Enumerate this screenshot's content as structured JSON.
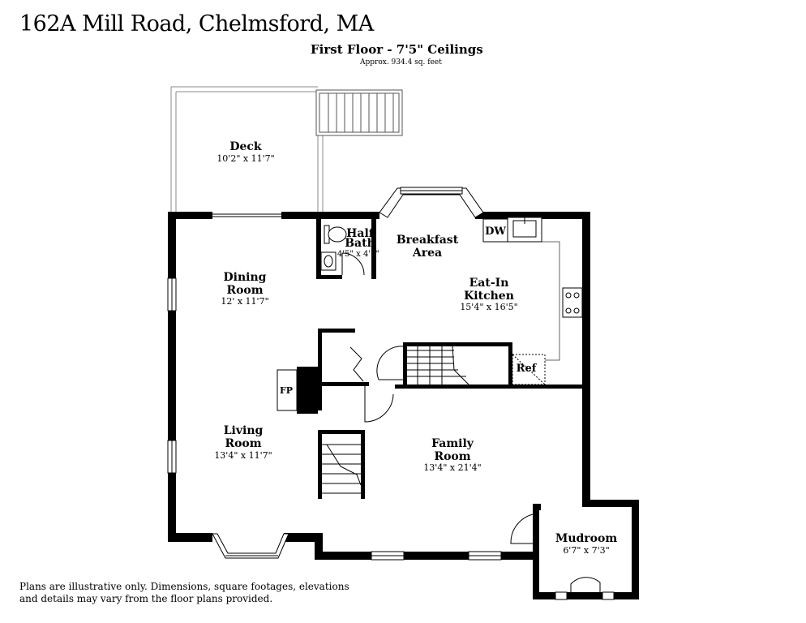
{
  "header": {
    "address": "162A Mill Road, Chelmsford, MA",
    "floor_title": "First Floor - 7'5\" Ceilings",
    "floor_area": "Approx. 934.4 sq. feet"
  },
  "rooms": {
    "deck": {
      "name": "Deck",
      "dims": "10'2\" x 11'7\""
    },
    "half_bath": {
      "name_line1": "Half",
      "name_line2": "Bath",
      "dims": "4'5\" x 4'7\""
    },
    "breakfast": {
      "name_line1": "Breakfast",
      "name_line2": "Area"
    },
    "dining": {
      "name_line1": "Dining",
      "name_line2": "Room",
      "dims": "12' x 11'7\""
    },
    "kitchen": {
      "name_line1": "Eat-In",
      "name_line2": "Kitchen",
      "dims": "15'4\" x 16'5\""
    },
    "living": {
      "name_line1": "Living",
      "name_line2": "Room",
      "dims": "13'4\" x 11'7\""
    },
    "family": {
      "name_line1": "Family",
      "name_line2": "Room",
      "dims": "13'4\" x 21'4\""
    },
    "mudroom": {
      "name": "Mudroom",
      "dims": "6'7\" x 7'3\""
    }
  },
  "fixtures": {
    "dishwasher": "DW",
    "refrigerator": "Ref",
    "fireplace": "FP"
  },
  "footer": {
    "disclaimer": "Plans are illustrative only. Dimensions, square footages, elevations and details may vary from the floor plans provided."
  }
}
